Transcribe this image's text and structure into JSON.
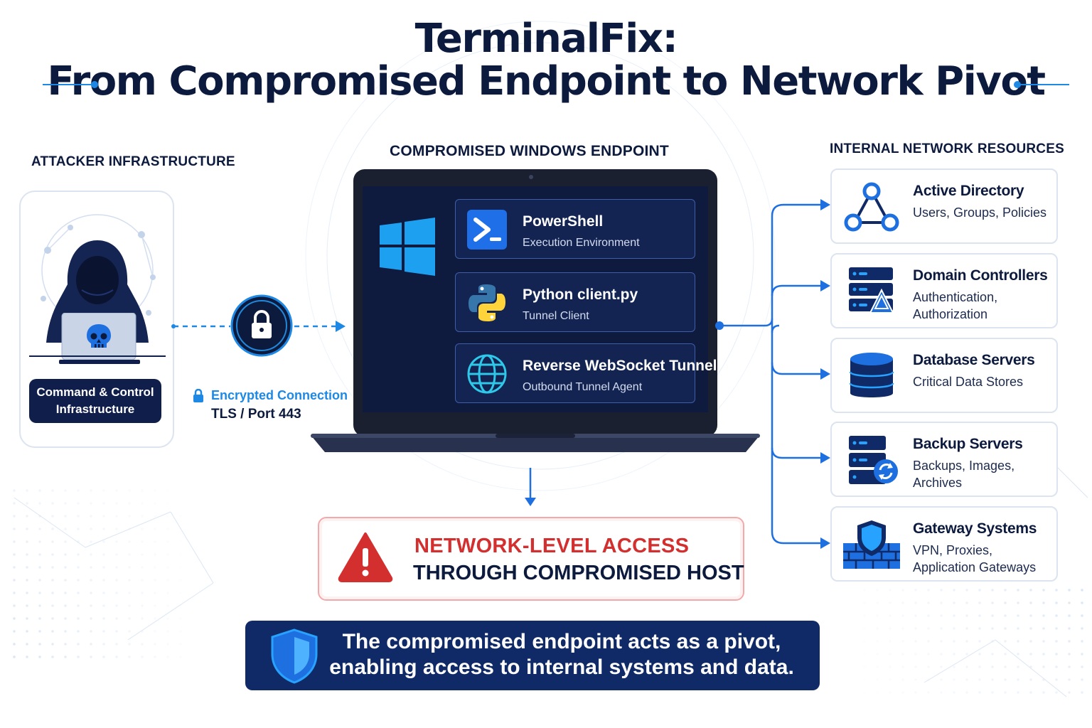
{
  "title": {
    "line1": "TerminalFix:",
    "line2": "From Compromised Endpoint to Network Pivot"
  },
  "attacker": {
    "heading": "ATTACKER INFRASTRUCTURE",
    "c2_label": "Command & Control Infrastructure",
    "icons": [
      "hooded-hacker-icon",
      "skull-icon",
      "laptop-icon"
    ]
  },
  "connection": {
    "label": "Encrypted Connection",
    "detail": "TLS / Port 443",
    "icon": "lock-icon"
  },
  "endpoint": {
    "heading": "COMPROMISED WINDOWS ENDPOINT",
    "os_icon": "windows-logo-icon",
    "apps": [
      {
        "title": "PowerShell",
        "subtitle": "Execution Environment",
        "icon": "powershell-icon"
      },
      {
        "title": "Python client.py",
        "subtitle": "Tunnel Client",
        "icon": "python-icon"
      },
      {
        "title": "Reverse WebSocket Tunnel",
        "subtitle": "Outbound Tunnel Agent",
        "icon": "globe-icon"
      }
    ]
  },
  "resources": {
    "heading": "INTERNAL NETWORK RESOURCES",
    "items": [
      {
        "title": "Active Directory",
        "desc": "Users, Groups, Policies",
        "icon": "directory-graph-icon"
      },
      {
        "title": "Domain Controllers",
        "desc": "Authentication, Authorization",
        "icon": "server-rack-icon"
      },
      {
        "title": "Database Servers",
        "desc": "Critical Data Stores",
        "icon": "database-icon"
      },
      {
        "title": "Backup Servers",
        "desc": "Backups, Images, Archives",
        "icon": "backup-server-icon"
      },
      {
        "title": "Gateway Systems",
        "desc": "VPN, Proxies, Application Gateways",
        "icon": "firewall-shield-icon"
      }
    ]
  },
  "alert": {
    "line1": "NETWORK-LEVEL ACCESS",
    "line2": "THROUGH COMPROMISED HOST",
    "icon": "warning-triangle-icon"
  },
  "banner": {
    "text": "The compromised endpoint acts as a pivot, enabling access to internal systems and data.",
    "icon": "shield-icon"
  },
  "colors": {
    "navy": "#0c1a3e",
    "accent_blue": "#1e88e5",
    "alert_red": "#d32f2f",
    "banner_bg": "#0f2a66"
  }
}
